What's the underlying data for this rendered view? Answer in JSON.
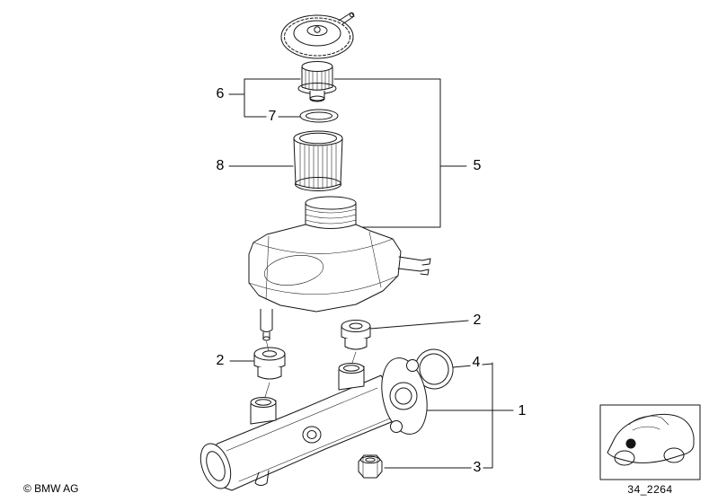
{
  "callouts": [
    {
      "id": "callout-6",
      "label": "6"
    },
    {
      "id": "callout-7",
      "label": "7"
    },
    {
      "id": "callout-8",
      "label": "8"
    },
    {
      "id": "callout-5",
      "label": "5"
    },
    {
      "id": "callout-2-right",
      "label": "2"
    },
    {
      "id": "callout-2-left",
      "label": "2"
    },
    {
      "id": "callout-4",
      "label": "4"
    },
    {
      "id": "callout-1",
      "label": "1"
    },
    {
      "id": "callout-3",
      "label": "3"
    }
  ],
  "footer": {
    "copyright": "© BMW AG"
  },
  "thumbnail": {
    "code": "34_2264"
  },
  "colors": {
    "line": "#151515",
    "background": "#ffffff"
  }
}
